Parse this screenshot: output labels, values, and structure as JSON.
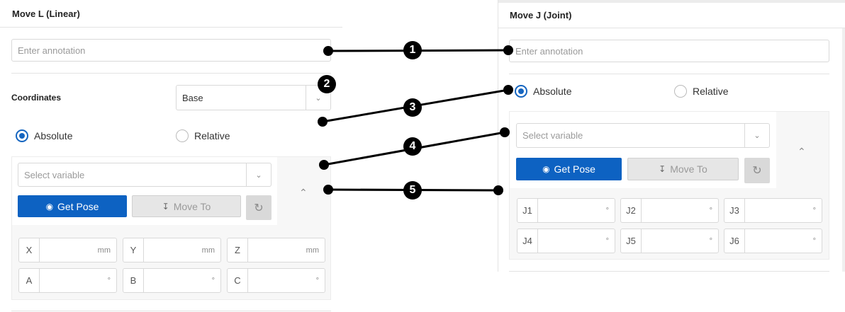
{
  "left": {
    "title": "Move L (Linear)",
    "annotation_placeholder": "Enter annotation",
    "coordinates_label": "Coordinates",
    "coordinates_value": "Base",
    "radio_absolute": "Absolute",
    "radio_relative": "Relative",
    "selected_mode": "Absolute",
    "select_variable_placeholder": "Select variable",
    "get_pose_label": "Get Pose",
    "move_to_label": "Move To",
    "fields": [
      {
        "label": "X",
        "unit": "mm"
      },
      {
        "label": "Y",
        "unit": "mm"
      },
      {
        "label": "Z",
        "unit": "mm"
      },
      {
        "label": "A",
        "unit": "°"
      },
      {
        "label": "B",
        "unit": "°"
      },
      {
        "label": "C",
        "unit": "°"
      }
    ]
  },
  "right": {
    "title": "Move J (Joint)",
    "annotation_placeholder": "Enter annotation",
    "radio_absolute": "Absolute",
    "radio_relative": "Relative",
    "selected_mode": "Absolute",
    "select_variable_placeholder": "Select variable",
    "get_pose_label": "Get Pose",
    "move_to_label": "Move To",
    "fields": [
      {
        "label": "J1",
        "unit": "°"
      },
      {
        "label": "J2",
        "unit": "°"
      },
      {
        "label": "J3",
        "unit": "°"
      },
      {
        "label": "J4",
        "unit": "°"
      },
      {
        "label": "J5",
        "unit": "°"
      },
      {
        "label": "J6",
        "unit": "°"
      }
    ]
  },
  "callouts": [
    "1",
    "2",
    "3",
    "4",
    "5"
  ],
  "colors": {
    "primary": "#0d62c2",
    "callout": "#000000"
  }
}
